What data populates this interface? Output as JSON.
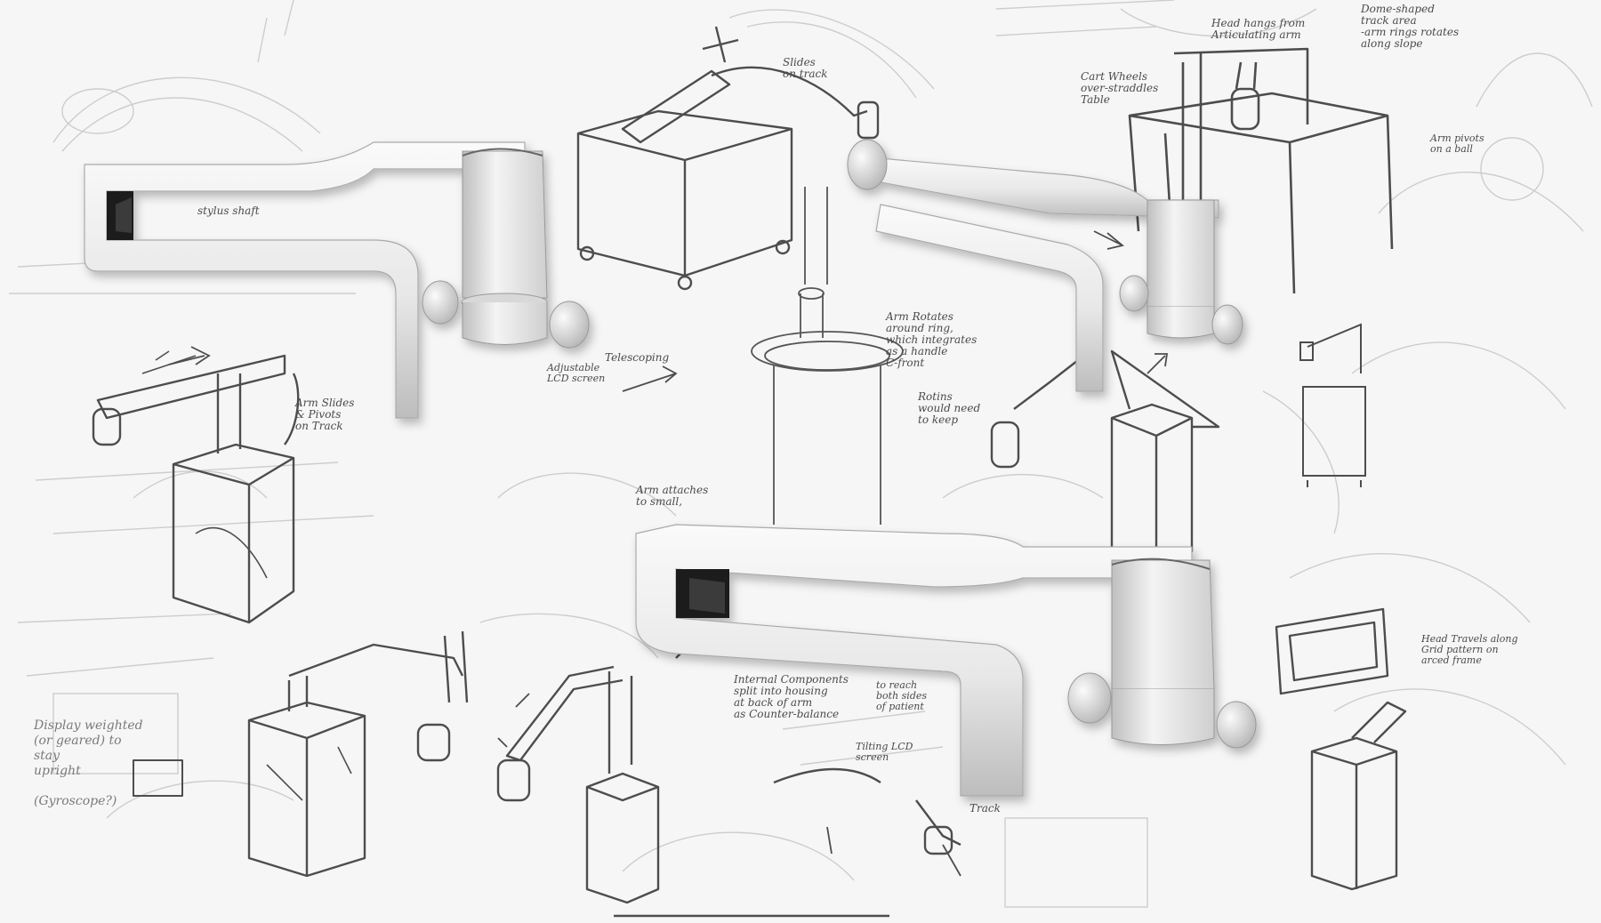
{
  "colors": {
    "paper": "#f6f6f6",
    "sketch_faint": "#c9c9c9",
    "sketch_dark": "#4d4d4d",
    "render_body": "#efefef",
    "render_shade": "#c8c8c8",
    "render_dark": "#1e1e1e"
  },
  "icons": [
    "render-arm-icon",
    "cart-sketch-icon",
    "direction-arrow-icon"
  ],
  "annotations": {
    "stylus_shaft": "stylus shaft",
    "slides_on_track": "Slides\non track",
    "head_hangs": "Head hangs from\nArticulating arm",
    "dome_shaped": "Dome-shaped\ntrack area\n-arm rings rotates\nalong slope",
    "cart_wheels": "Cart Wheels\nover-straddles\nTable",
    "arm_pivots": "Arm pivots\non a ball",
    "arm_slides_pivots": "Arm Slides\n& Pivots\non Track",
    "adjustable_lcd": "Adjustable\nLCD screen",
    "telescoping": "Telescoping",
    "arm_rotates": "Arm Rotates\naround ring,\nwhich integrates\nas a handle\nC-front",
    "rotating_ring_note": "Rotins\nwould need\nto keep",
    "arm_attaches": "Arm attaches\nto small,",
    "display_weighted": "Display weighted\n(or geared) to\nstay\nupright\n\n(Gyroscope?)",
    "internal_components": "Internal Components\nsplit into housing\nat back of arm\nas Counter-balance",
    "both_sides": "to reach\nboth sides\nof patient",
    "tilting_lcd": "Tilting LCD\nscreen",
    "track": "Track",
    "head_travels": "Head Travels along\nGrid pattern on\narced frame"
  }
}
